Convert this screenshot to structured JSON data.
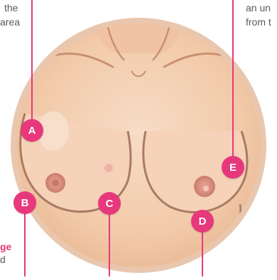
{
  "labels": {
    "top_left_line1": "the",
    "top_left_line2": "area",
    "top_right_line1": "an un",
    "top_right_line2": "from t",
    "bottom_left_partial": "ge",
    "bottom_left_small": "d"
  },
  "markers": [
    "A",
    "B",
    "C",
    "D",
    "E"
  ],
  "colors": {
    "accent": "#e8387c",
    "skin": "#f3cdb0",
    "skin_edge": "#d9a98a",
    "circle_ring": "#e6c0a6",
    "nipple": "#d98f7d",
    "text": "#555a61"
  }
}
